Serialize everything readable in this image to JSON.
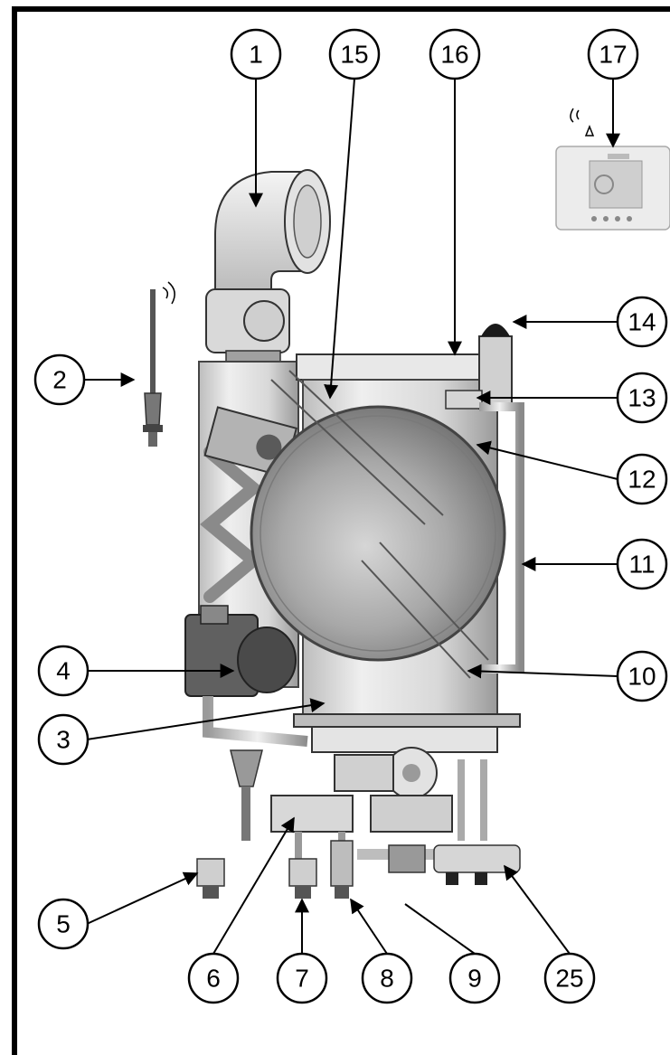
{
  "callouts": [
    {
      "id": "c1",
      "label": "1"
    },
    {
      "id": "c15",
      "label": "15"
    },
    {
      "id": "c16",
      "label": "16"
    },
    {
      "id": "c17",
      "label": "17"
    },
    {
      "id": "c2",
      "label": "2"
    },
    {
      "id": "c14",
      "label": "14"
    },
    {
      "id": "c13",
      "label": "13"
    },
    {
      "id": "c12",
      "label": "12"
    },
    {
      "id": "c11",
      "label": "11"
    },
    {
      "id": "c4",
      "label": "4"
    },
    {
      "id": "c10",
      "label": "10"
    },
    {
      "id": "c3",
      "label": "3"
    },
    {
      "id": "c5",
      "label": "5"
    },
    {
      "id": "c6",
      "label": "6"
    },
    {
      "id": "c7",
      "label": "7"
    },
    {
      "id": "c8",
      "label": "8"
    },
    {
      "id": "c9",
      "label": "9"
    },
    {
      "id": "c25",
      "label": "25"
    }
  ],
  "colors": {
    "frame": "#000000",
    "metal_light": "#e6e6e6",
    "metal_mid": "#bdbdbd",
    "metal_dark": "#6e6e6e",
    "vessel": "#9a9a9a",
    "background": "#ffffff"
  }
}
